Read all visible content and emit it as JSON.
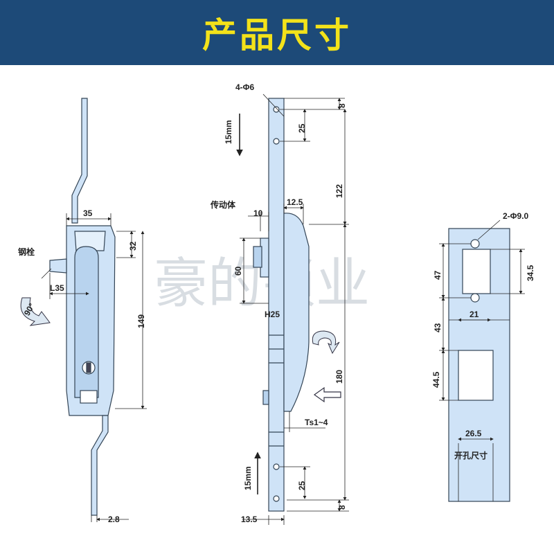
{
  "header": {
    "title": "产品尺寸"
  },
  "watermark": {
    "text": "豪的锁业"
  },
  "colors": {
    "header_bg": "#1d4a78",
    "title": "#f3e21a",
    "part_fill": "#cfe3f7",
    "part_stroke": "#334455"
  },
  "view_left": {
    "dims": {
      "width": "35",
      "top": "32",
      "height": "149",
      "offset": "2.8",
      "handle": "L35",
      "rotate": "90°"
    },
    "labels": {
      "pin": "钢栓"
    }
  },
  "view_mid": {
    "dims": {
      "holes": "4-Φ6",
      "top_gap": "8",
      "hole_spacing_top": "25",
      "upper_len": "122",
      "w10": "10",
      "w12_5": "12.5",
      "h60": "60",
      "h25": "H25",
      "lower_len": "180",
      "ts": "Ts1~4",
      "hole_spacing_bottom": "25",
      "bottom_gap": "8",
      "rod_width": "13.5",
      "travel_top": "15mm",
      "travel_bottom": "15mm"
    },
    "labels": {
      "transmission": "传动体"
    }
  },
  "view_right": {
    "dims": {
      "holes": "2-Φ9.0",
      "h47": "47",
      "h34_5": "34.5",
      "w21": "21",
      "h43": "43",
      "h44_5": "44.5",
      "w26_5": "26.5"
    },
    "labels": {
      "cutout": "开孔尺寸"
    }
  }
}
